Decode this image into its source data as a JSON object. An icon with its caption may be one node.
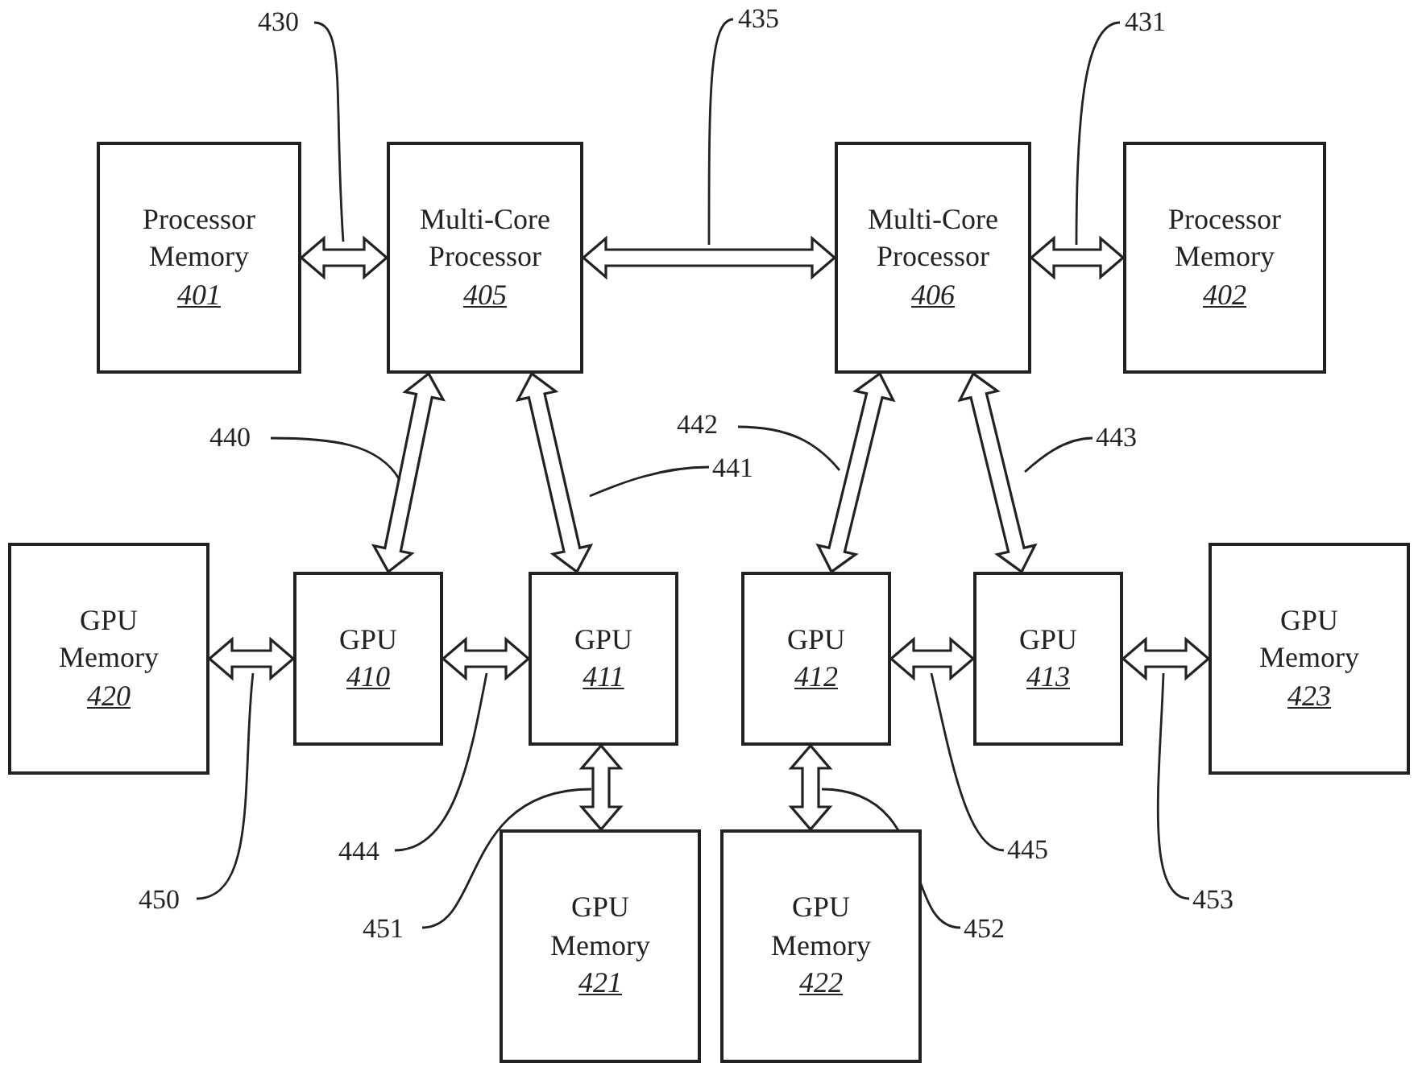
{
  "diagram": {
    "nodes": [
      {
        "text": [
          "Processor Memory",
          "401"
        ]
      },
      {
        "text": [
          "Multi-Core Processor",
          "405"
        ]
      },
      {
        "text": [
          "Multi-Core Processor",
          "406"
        ]
      },
      {
        "text": [
          "Processor Memory",
          "402"
        ]
      },
      {
        "text": [
          "GPU Memory",
          "420"
        ]
      },
      {
        "text": [
          "GPU",
          "410"
        ]
      },
      {
        "text": [
          "GPU",
          "411"
        ]
      },
      {
        "text": [
          "GPU",
          "412"
        ]
      },
      {
        "text": [
          "GPU",
          "413"
        ]
      },
      {
        "text": [
          "GPU Memory",
          "423"
        ]
      },
      {
        "text": [
          "GPU Memory",
          "421"
        ]
      },
      {
        "text": [
          "GPU Memory",
          "422"
        ]
      },
      {
        "text": [
          "430"
        ]
      },
      {
        "text": [
          "435"
        ]
      },
      {
        "text": [
          "431"
        ]
      },
      {
        "text": [
          "440"
        ]
      },
      {
        "text": [
          "441"
        ]
      },
      {
        "text": [
          "442"
        ]
      },
      {
        "text": [
          "443"
        ]
      },
      {
        "text": [
          "444"
        ]
      },
      {
        "text": [
          "450"
        ]
      },
      {
        "text": [
          "451"
        ]
      },
      {
        "text": [
          "452"
        ]
      },
      {
        "text": [
          "445"
        ]
      },
      {
        "text": [
          "453"
        ]
      }
    ],
    "edges": [
      {
        "from": 0,
        "to": 1,
        "arrow": "both"
      },
      {
        "from": 1,
        "to": 2,
        "arrow": "both"
      },
      {
        "from": 2,
        "to": 3,
        "arrow": "both"
      },
      {
        "from": 1,
        "to": 5,
        "arrow": "both"
      },
      {
        "from": 1,
        "to": 6,
        "arrow": "both"
      },
      {
        "from": 2,
        "to": 7,
        "arrow": "both"
      },
      {
        "from": 2,
        "to": 8,
        "arrow": "both"
      },
      {
        "from": 4,
        "to": 5,
        "arrow": "both"
      },
      {
        "from": 5,
        "to": 6,
        "arrow": "both"
      },
      {
        "from": 7,
        "to": 8,
        "arrow": "both"
      },
      {
        "from": 8,
        "to": 9,
        "arrow": "both"
      },
      {
        "from": 6,
        "to": 10,
        "arrow": "both"
      },
      {
        "from": 7,
        "to": 11,
        "arrow": "both"
      },
      {
        "from": 12,
        "to": null,
        "arrow": "none"
      },
      {
        "from": 13,
        "to": null,
        "arrow": "none"
      },
      {
        "from": 14,
        "to": null,
        "arrow": "none"
      },
      {
        "from": 15,
        "to": null,
        "arrow": "none"
      },
      {
        "from": 16,
        "to": null,
        "arrow": "none"
      },
      {
        "from": 17,
        "to": null,
        "arrow": "none"
      },
      {
        "from": 18,
        "to": null,
        "arrow": "none"
      },
      {
        "from": 19,
        "to": null,
        "arrow": "none"
      },
      {
        "from": 20,
        "to": null,
        "arrow": "none"
      },
      {
        "from": 21,
        "to": null,
        "arrow": "none"
      },
      {
        "from": 22,
        "to": null,
        "arrow": "none"
      },
      {
        "from": 23,
        "to": null,
        "arrow": "none"
      },
      {
        "from": 24,
        "to": null,
        "arrow": "none"
      }
    ]
  }
}
